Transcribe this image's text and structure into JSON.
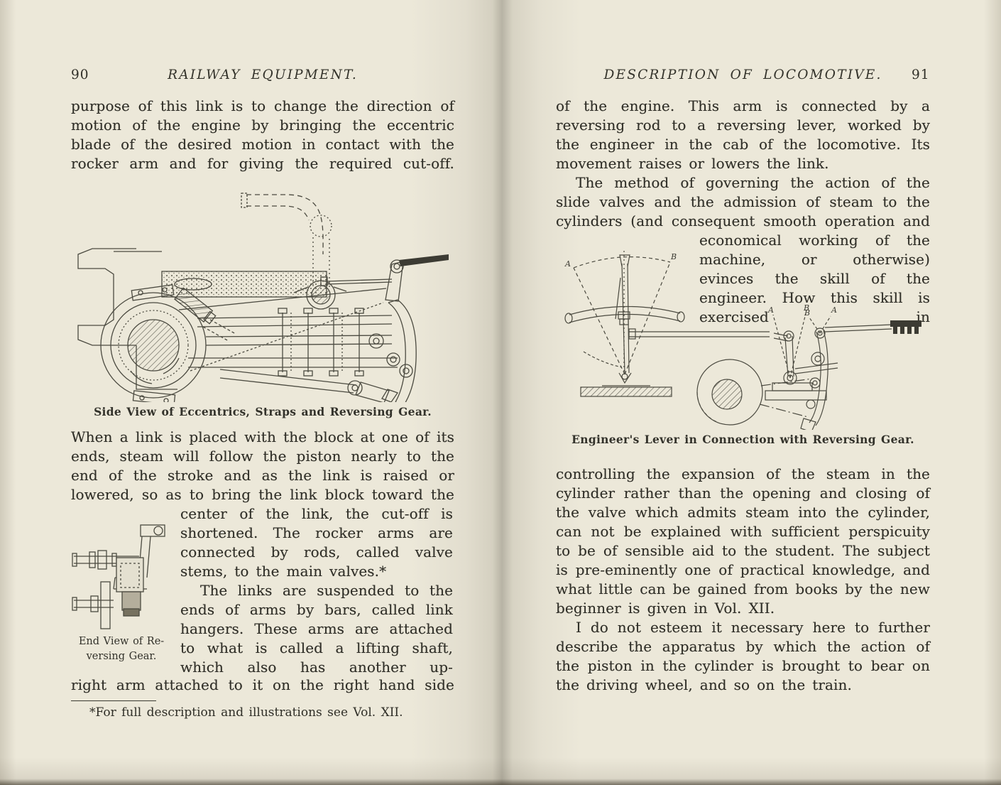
{
  "colors": {
    "paper": "#ece8d9",
    "ink": "#2f2e27",
    "figure_line": "#4b4a40"
  },
  "left": {
    "page_number": "90",
    "running_head": "RAILWAY EQUIPMENT.",
    "para_top": "purpose of this link is to change the direction of motion of the engine by bringing the eccentric blade of the desired motion in contact with the rocker arm and for giving the required cut-off.",
    "figure_side_view": {
      "caption": "Side View of Eccentrics, Straps and Reversing Gear."
    },
    "para_when": "When a link is placed with the block at one of its ends, steam will follow the piston nearly to the end of the stroke and as the link is raised or lowered, so as to bring the link block toward the",
    "para_wrap_a": "center of the link, the cut-off is shortened. The rocker arms are connected by rods, called valve stems, to the main valves.*",
    "para_wrap_b": "The links are suspended to the ends of arms by bars, called link hangers. These arms are attached to what is called a lifting shaft, which also has another up-",
    "para_final_line": "right arm attached to it on the right hand side",
    "figure_end_view": {
      "caption_line_1": "End View of Re-",
      "caption_line_2": "versing Gear."
    },
    "footnote": "*For full description and illustrations see Vol. XII."
  },
  "right": {
    "page_number": "91",
    "running_head": "DESCRIPTION OF LOCOMOTIVE.",
    "para_top": "of the engine. This arm is connected by a reversing rod to a reversing lever, worked by the engineer in the cab of the locomotive. Its movement raises or lowers the link.",
    "para_method": "The method of governing the action of the slide valves and the admission of steam to the cylinders (and consequent smooth operation and",
    "para_method_wrap": "economical working of the machine, or otherwise) evinces the skill of the engineer. How this skill is exercised in",
    "figure_lever": {
      "caption": "Engineer's Lever in Connection with Reversing Gear.",
      "labels": {
        "quadrant_left": "A",
        "quadrant_right": "B",
        "crank_left": "A",
        "crank_right": "B",
        "arm_left": "B",
        "arm_right": "A"
      }
    },
    "para_controlling": "controlling the expansion of the steam in the cylinder rather than the opening and closing of the valve which admits steam into the cylinder, can not be explained with sufficient perspicuity to be of sensible aid to the student. The subject is pre-eminently one of practical knowledge, and what little can be gained from books by the new beginner is given in Vol. XII.",
    "para_esteem": "I do not esteem it necessary here to further describe the apparatus by which the action of the piston in the cylinder is brought to bear on the driving wheel, and so on the train."
  }
}
